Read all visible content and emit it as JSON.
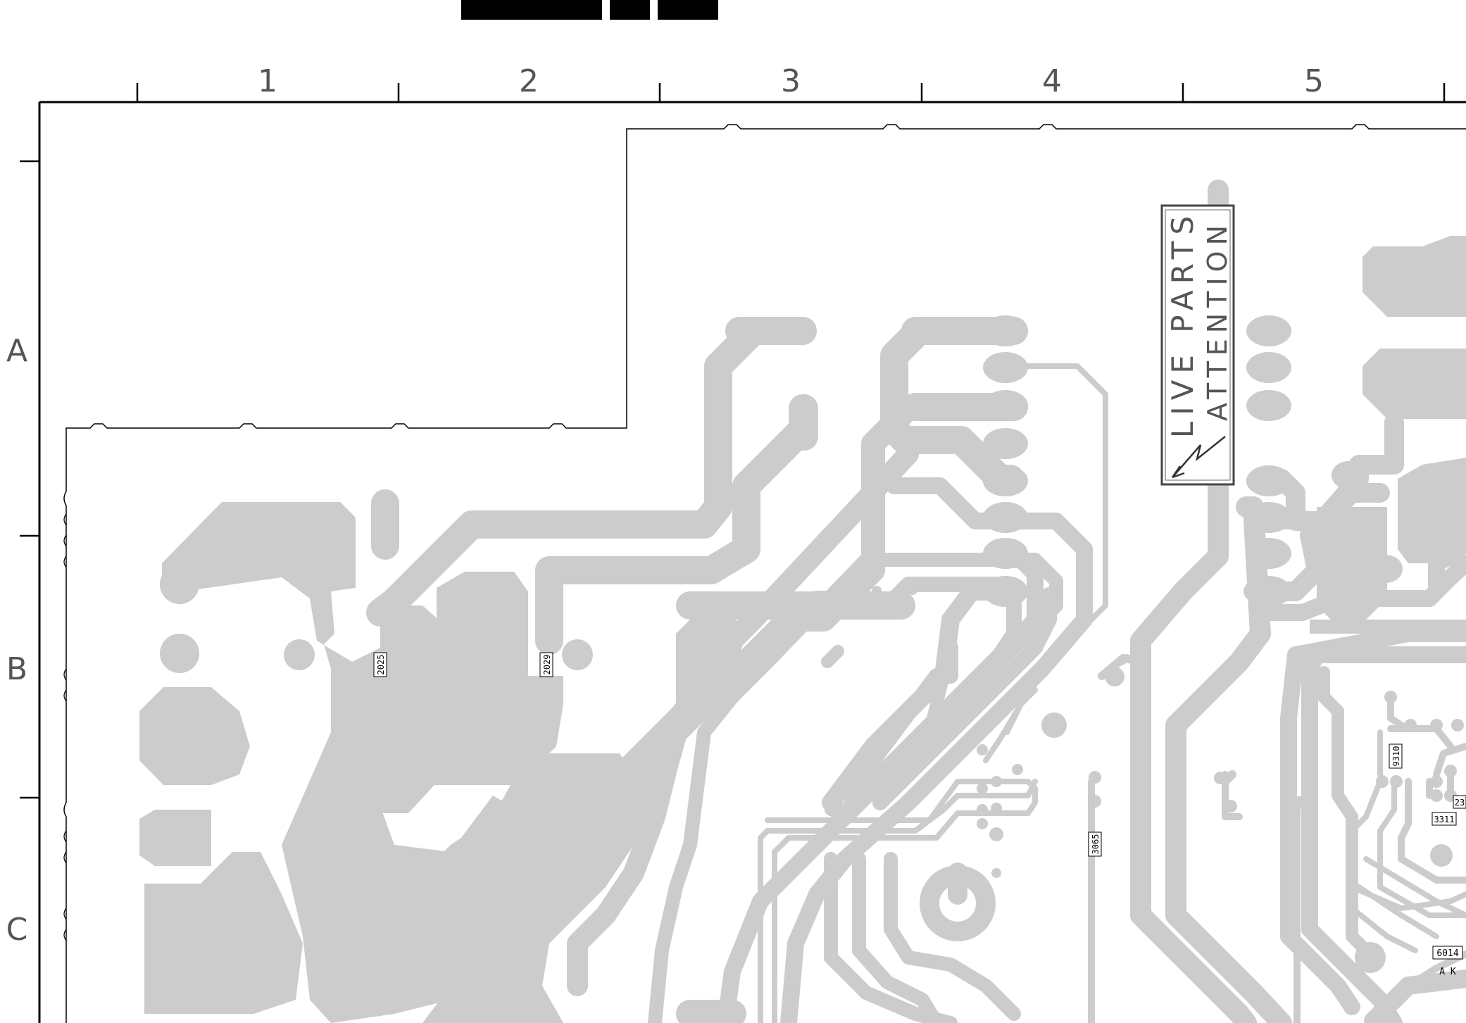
{
  "header": {
    "redaction_blocks": 3
  },
  "grid": {
    "columns": [
      "1",
      "2",
      "3",
      "4",
      "5"
    ],
    "rows": [
      "A",
      "B",
      "C"
    ]
  },
  "warning": {
    "line1": "LIVE PARTS",
    "line2": "ATTENTION",
    "symbol": "lightning-bolt-icon"
  },
  "components": {
    "c2025": "2025",
    "c2029": "2029",
    "r3065": "3065",
    "r9310": "9310",
    "r3311": "3311",
    "r23": "23",
    "d6014": "6014",
    "d6014_pins": "A K"
  },
  "colors": {
    "copper": "#cccccc",
    "outline": "#000000",
    "grid_text": "#555555"
  }
}
